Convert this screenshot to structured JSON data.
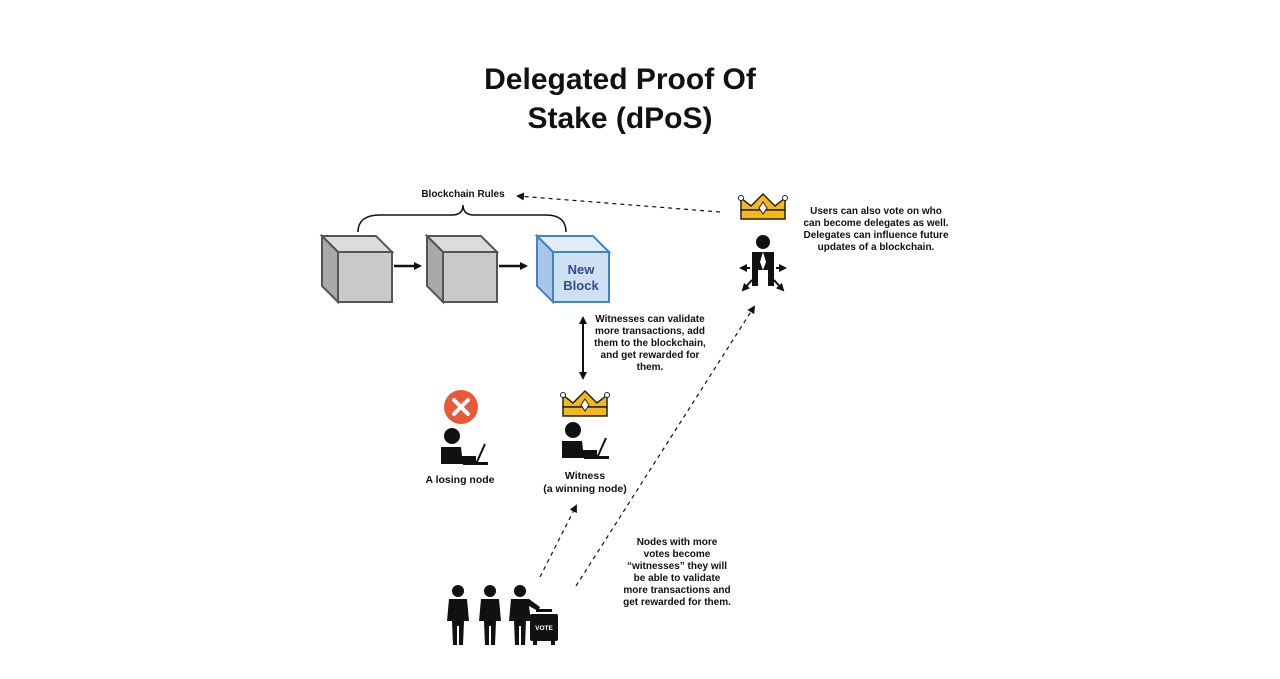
{
  "title": {
    "line1": "Delegated Proof Of",
    "line2": "Stake (dPoS)"
  },
  "blockchain": {
    "rules_label": "Blockchain Rules",
    "new_block_line1": "New",
    "new_block_line2": "Block"
  },
  "witness_note": {
    "lines": [
      "Witnesses can validate",
      "more transactions, add",
      "them to the blockchain,",
      "and get rewarded for",
      "them."
    ]
  },
  "delegate_note": {
    "lines": [
      "Users can also vote on who",
      "can become delegates as well.",
      "Delegates can influence future",
      "updates of a blockchain."
    ]
  },
  "losing_node": {
    "label": "A losing node"
  },
  "witness_node": {
    "label_line1": "Witness",
    "label_line2": "(a winning node)"
  },
  "voters_note": {
    "lines": [
      "Nodes with more",
      "votes become",
      "“witnesses” they will",
      "be able to validate",
      "more transactions and",
      "get rewarded for them."
    ]
  },
  "ballot_box": {
    "label": "VOTE"
  },
  "colors": {
    "block_gray": "#c9c9c9",
    "block_blue": "#cfe0f4",
    "block_blue_border": "#3d85c6",
    "crown_gold": "#f5b81c",
    "cross_red": "#e8593a"
  },
  "icons": [
    "crown-icon",
    "person-laptop-icon",
    "delegate-person-icon",
    "cross-icon",
    "voter-icon",
    "ballot-box-icon"
  ]
}
